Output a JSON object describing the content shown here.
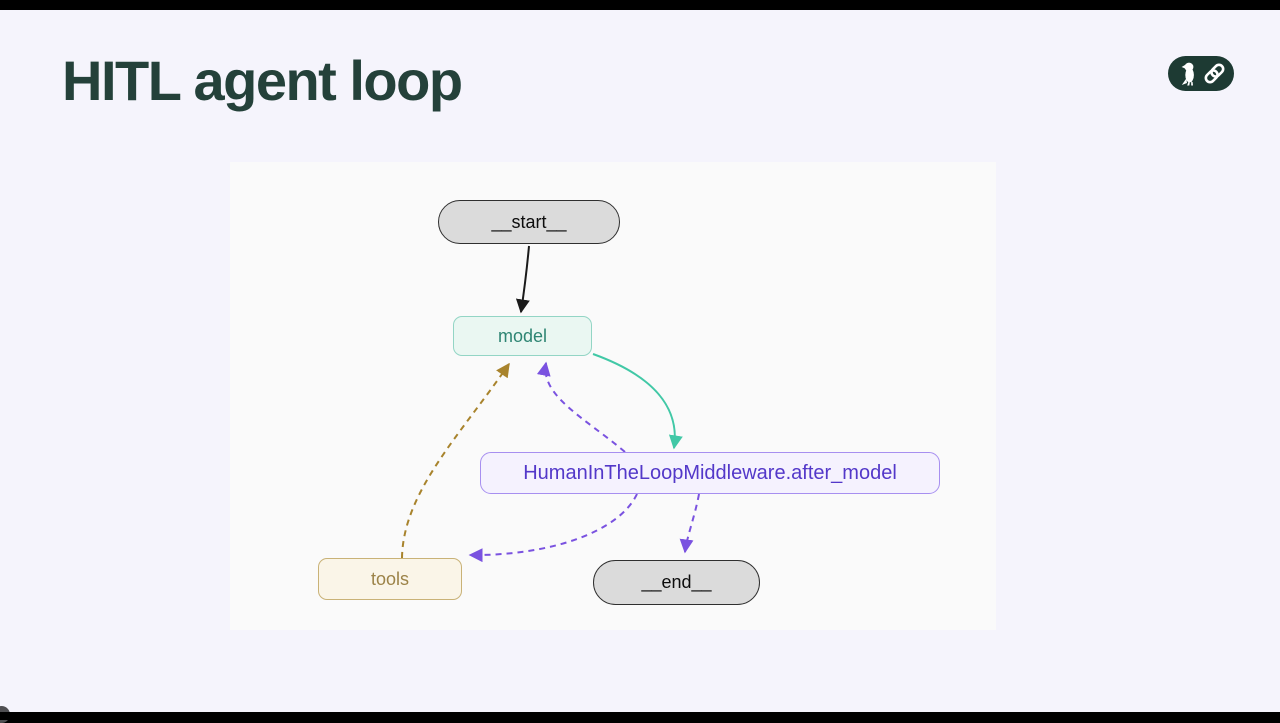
{
  "slide": {
    "title": "HITL agent loop",
    "title_color": "#24413a",
    "background": "#f5f4fc",
    "letterbox_color": "#000000"
  },
  "logo_badge": {
    "background": "#1d3a33",
    "icons": [
      "parrot-icon",
      "chain-link-icon"
    ]
  },
  "diagram": {
    "panel_background": "#fafafa",
    "nodes": [
      {
        "id": "start",
        "label": "__start__",
        "shape": "pill",
        "fill": "#dbdbdb",
        "border": "#2f2f2f",
        "text_color": "#0d0d0d"
      },
      {
        "id": "model",
        "label": "model",
        "shape": "box",
        "fill": "#eaf7f2",
        "border": "#93d5c5",
        "text_color": "#2e8573"
      },
      {
        "id": "middleware",
        "label": "HumanInTheLoopMiddleware.after_model",
        "shape": "box",
        "fill": "#f5f2fe",
        "border": "#a78ff0",
        "text_color": "#5338c9"
      },
      {
        "id": "tools",
        "label": "tools",
        "shape": "box",
        "fill": "#faf5e8",
        "border": "#c9b277",
        "text_color": "#9c8348"
      },
      {
        "id": "end",
        "label": "__end__",
        "shape": "pill",
        "fill": "#dbdbdb",
        "border": "#2f2f2f",
        "text_color": "#0d0d0d"
      }
    ],
    "edges": [
      {
        "from": "start",
        "to": "model",
        "style": "solid",
        "color": "#1a1a1a"
      },
      {
        "from": "model",
        "to": "middleware",
        "style": "solid",
        "color": "#41c8a6"
      },
      {
        "from": "middleware",
        "to": "model",
        "style": "dashed",
        "color": "#7a52e0"
      },
      {
        "from": "tools",
        "to": "model",
        "style": "dashed",
        "color": "#a8832c"
      },
      {
        "from": "middleware",
        "to": "tools",
        "style": "dashed",
        "color": "#7a52e0"
      },
      {
        "from": "middleware",
        "to": "end",
        "style": "dashed",
        "color": "#7a52e0"
      }
    ],
    "colors": {
      "black": "#1a1a1a",
      "teal": "#41c8a6",
      "purple": "#7a52e0",
      "gold": "#a8832c"
    }
  }
}
